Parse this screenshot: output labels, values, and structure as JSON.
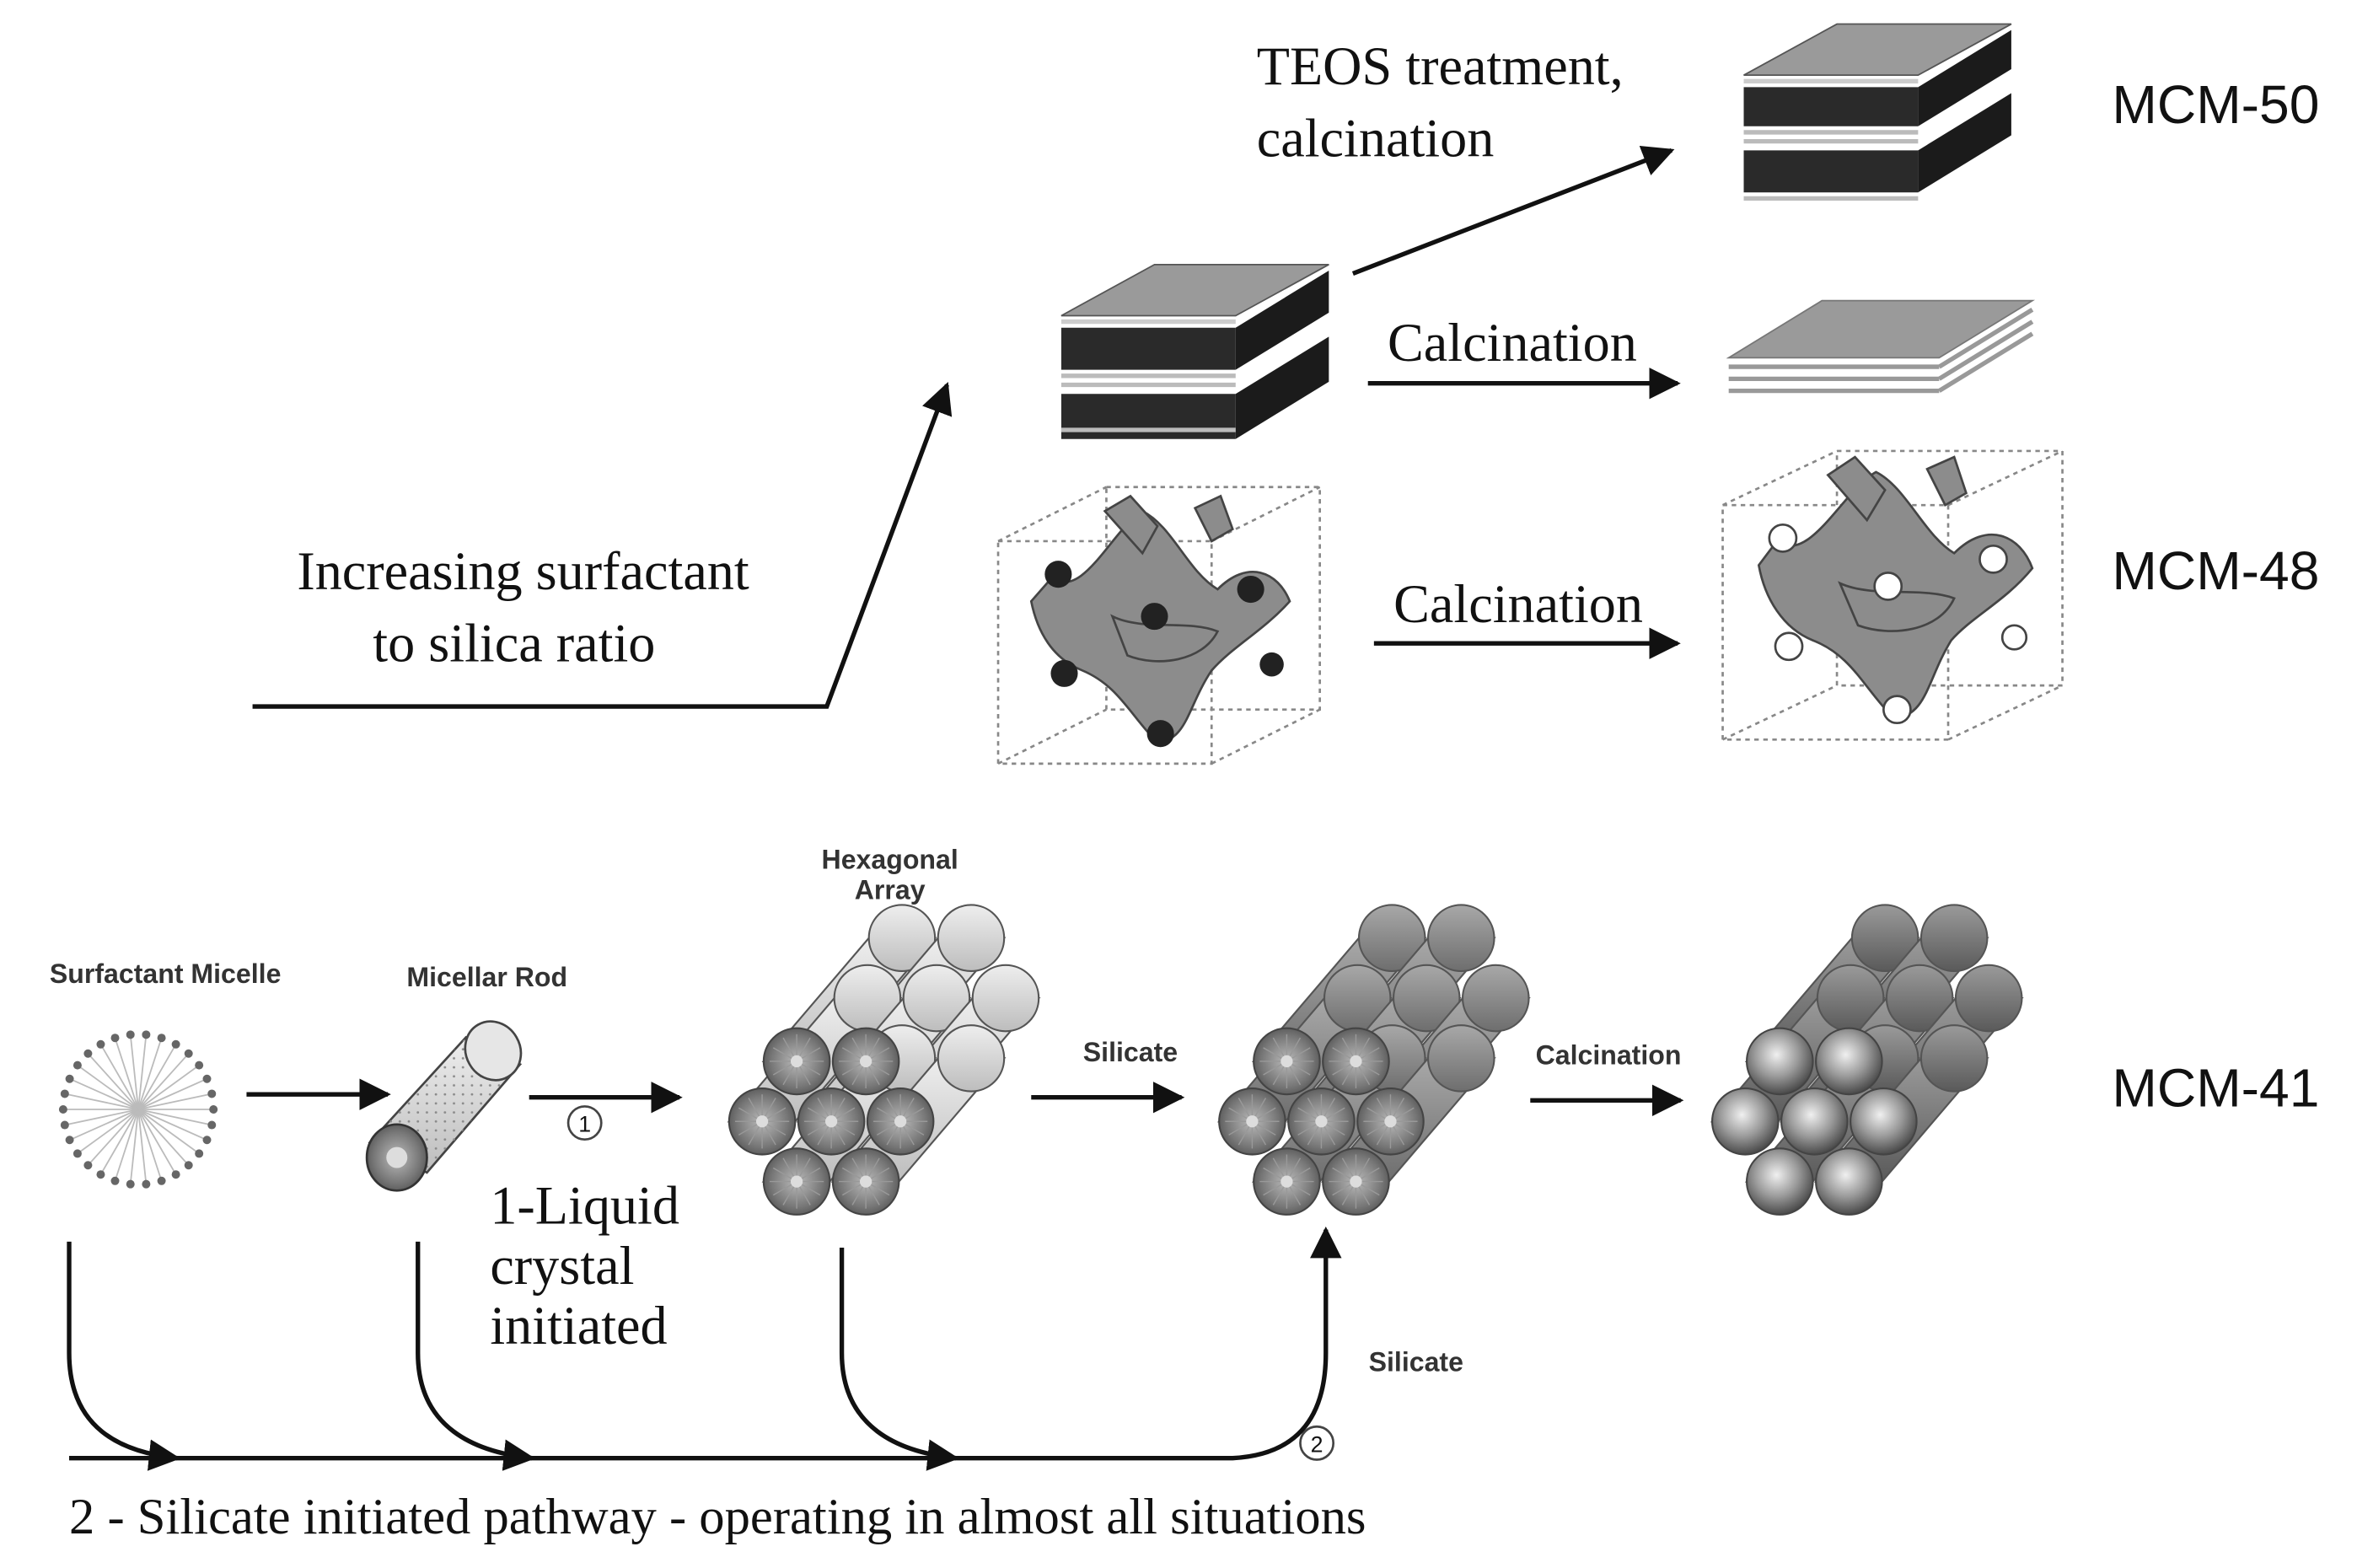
{
  "top": {
    "surfactant_ratio_line1": "Increasing surfactant",
    "surfactant_ratio_line2": "to silica ratio",
    "teos_line1": "TEOS treatment,",
    "teos_line2": "calcination",
    "calcination_lamellar": "Calcination",
    "calcination_cubic": "Calcination",
    "mcm50": "MCM-50",
    "mcm48": "MCM-48"
  },
  "bottom": {
    "surfactant_micelle": "Surfactant Micelle",
    "micellar_rod": "Micellar Rod",
    "hexagonal_array_line1": "Hexagonal",
    "hexagonal_array_line2": "Array",
    "silicate_top": "Silicate",
    "calcination": "Calcination",
    "mcm41": "MCM-41",
    "circle1": "1",
    "circle2": "2",
    "liquid_crystal_line1": "1-Liquid",
    "liquid_crystal_line2": "crystal",
    "liquid_crystal_line3": "initiated",
    "silicate_bottom": "Silicate",
    "silicate_pathway": "2 - Silicate initiated pathway - operating in almost all situations"
  },
  "colors": {
    "ink": "#111111",
    "layer_dark": "#2a2a2a",
    "layer_grey": "#9a9a9a",
    "framework": "#8c8c8c",
    "rod_light": "#dcdcdc",
    "rod_mid": "#8f8f8f"
  }
}
